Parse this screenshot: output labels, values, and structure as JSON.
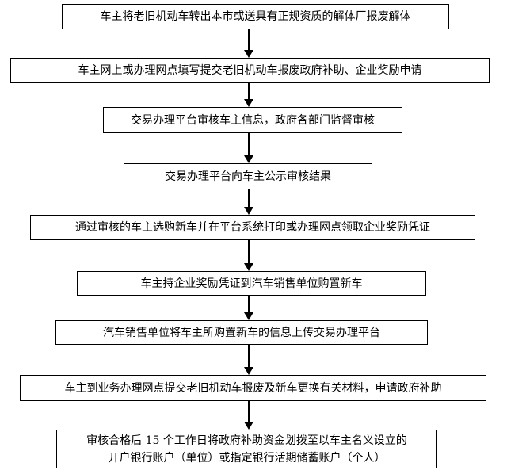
{
  "flowchart": {
    "steps": [
      {
        "text": "车主将老旧机动车转出本市或送具有正规资质的解体厂报废解体"
      },
      {
        "text": "车主网上或办理网点填写提交老旧机动车报废政府补助、企业奖励申请"
      },
      {
        "text": "交易办理平台审核车主信息，政府各部门监督审核"
      },
      {
        "text": "交易办理平台向车主公示审核结果"
      },
      {
        "text": "通过审核的车主选购新车并在平台系统打印或办理网点领取企业奖励凭证"
      },
      {
        "text": "车主持企业奖励凭证到汽车销售单位购置新车"
      },
      {
        "text": "汽车销售单位将车主所购置新车的信息上传交易办理平台"
      },
      {
        "text": "车主到业务办理网点提交老旧机动车报废及新车更换有关材料，申请政府补助"
      },
      {
        "line1": "审核合格后 15 个工作日将政府补助资金划拨至以车主名义设立的",
        "line2": "开户银行账户（单位）或指定银行活期储蓄账户（个人）"
      }
    ]
  }
}
